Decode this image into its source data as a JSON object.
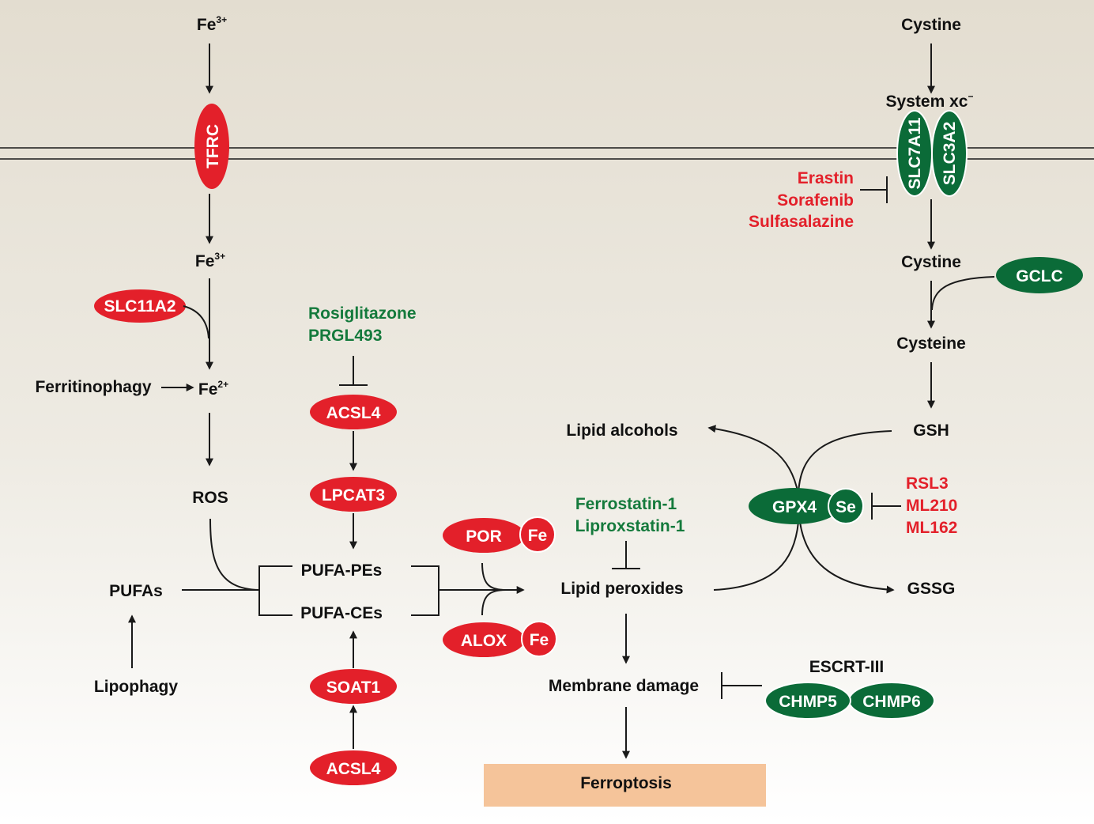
{
  "colors": {
    "enzyme_red": "#e3202a",
    "enzyme_green": "#0b6b38",
    "activator_green": "#147a3c",
    "inhibitor_red": "#e3202a",
    "outcome_box": "#f5c49a",
    "background_top": "#e3ddd0",
    "background_bottom": "#ffffff"
  },
  "iron_pathway": {
    "fe3_top": "Fe",
    "fe3_top_sup": "3+",
    "tfrc": "TFRC",
    "fe3_mid": "Fe",
    "fe3_mid_sup": "3+",
    "slc11a2": "SLC11A2",
    "ferritinophagy": "Ferritinophagy",
    "fe2": "Fe",
    "fe2_sup": "2+",
    "ros": "ROS"
  },
  "lipid_pathway": {
    "pufas": "PUFAs",
    "lipophagy": "Lipophagy",
    "pufa_pes": "PUFA-PEs",
    "pufa_ces": "PUFA-CEs",
    "acsl4_top": "ACSL4",
    "lpcat3": "LPCAT3",
    "soat1": "SOAT1",
    "acsl4_bottom": "ACSL4",
    "acsl4_inhibitors": [
      "Rosiglitazone",
      "PRGL493"
    ],
    "por": "POR",
    "por_fe": "Fe",
    "alox": "ALOX",
    "alox_fe": "Fe",
    "lipid_peroxides": "Lipid peroxides",
    "peroxide_inhibitors": [
      "Ferrostatin-1",
      "Liproxstatin-1"
    ],
    "membrane_damage": "Membrane damage",
    "ferroptosis": "Ferroptosis"
  },
  "cystine_pathway": {
    "cystine_top": "Cystine",
    "system_xc": "System xc",
    "system_xc_sup": "−",
    "slc7a11": "SLC7A11",
    "slc3a2": "SLC3A2",
    "xc_inhibitors": [
      "Erastin",
      "Sorafenib",
      "Sulfasalazine"
    ],
    "cystine_mid": "Cystine",
    "gclc": "GCLC",
    "cysteine": "Cysteine",
    "gsh": "GSH",
    "lipid_alcohols": "Lipid alcohols",
    "gpx4": "GPX4",
    "se": "Se",
    "gpx4_inhibitors": [
      "RSL3",
      "ML210",
      "ML162"
    ],
    "gssg": "GSSG"
  },
  "escrt": {
    "label": "ESCRT-III",
    "chmp5": "CHMP5",
    "chmp6": "CHMP6"
  }
}
